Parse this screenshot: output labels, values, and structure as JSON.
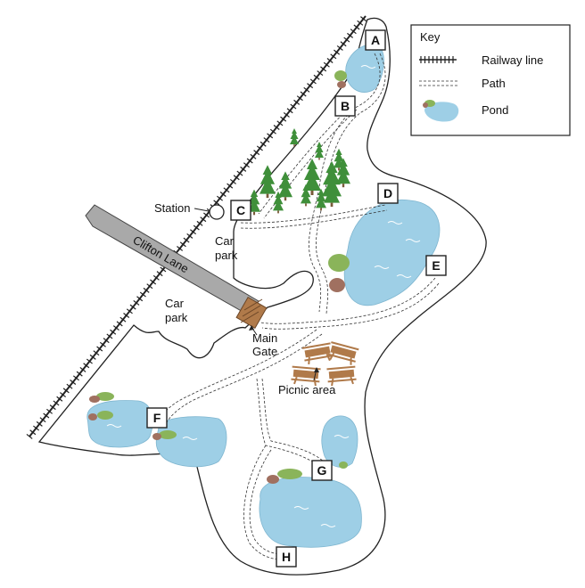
{
  "colors": {
    "pond": "#9ecfe6",
    "pond_ripple": "#ffffff",
    "tree": "#3f8f3a",
    "tree_trunk": "#7a5a3a",
    "bush": "#8ab45a",
    "rock": "#a07060",
    "table": "#b07a4a",
    "road": "#a9a9a9",
    "outline": "#222222"
  },
  "locations": [
    "A",
    "B",
    "C",
    "D",
    "E",
    "F",
    "G",
    "H"
  ],
  "labels": {
    "station": "Station",
    "road": "Clifton Lane",
    "car_park_1": [
      "Car",
      "park"
    ],
    "car_park_2": [
      "Car",
      "park"
    ],
    "main_gate": [
      "Main",
      "Gate"
    ],
    "picnic_area": "Picnic area"
  },
  "key": {
    "title": "Key",
    "items": [
      {
        "label": "Railway line",
        "icon": "railway-line-symbol"
      },
      {
        "label": "Path",
        "icon": "path-symbol"
      },
      {
        "label": "Pond",
        "icon": "pond-symbol"
      }
    ]
  }
}
